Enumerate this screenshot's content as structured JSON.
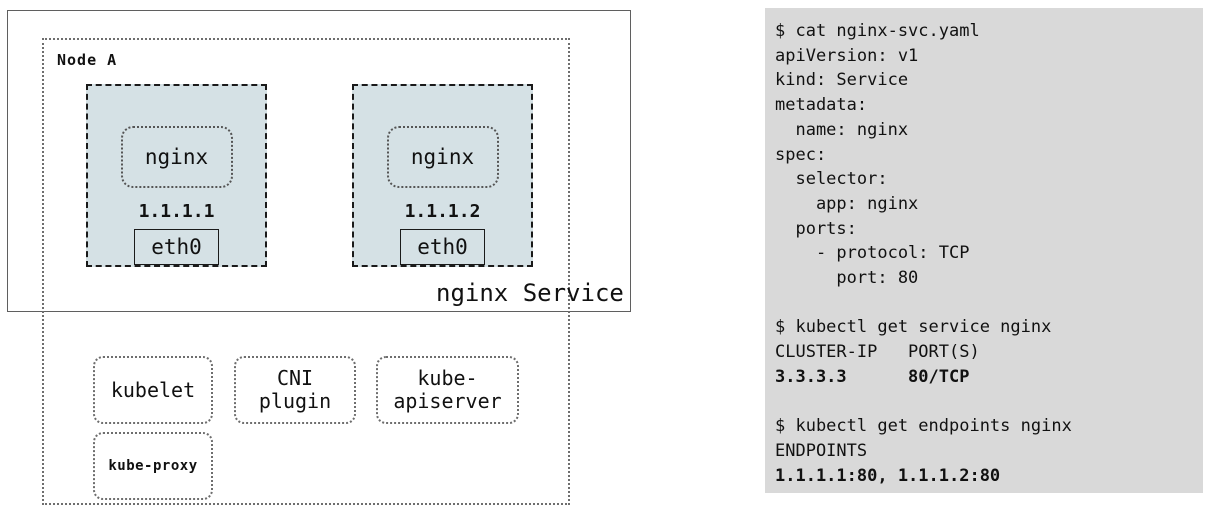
{
  "diagram": {
    "node_label": "Node A",
    "service_label": "nginx Service",
    "pods": [
      {
        "container": "nginx",
        "ip": "1.1.1.1",
        "interface": "eth0"
      },
      {
        "container": "nginx",
        "ip": "1.1.1.2",
        "interface": "eth0"
      }
    ],
    "components": [
      {
        "id": "kubelet",
        "lines": [
          "kubelet"
        ],
        "bold": false
      },
      {
        "id": "cni-plugin",
        "lines": [
          "CNI",
          "plugin"
        ],
        "bold": false
      },
      {
        "id": "kube-apiserver",
        "lines": [
          "kube-",
          "apiserver"
        ],
        "bold": false
      },
      {
        "id": "kube-proxy",
        "lines": [
          "kube-proxy"
        ],
        "bold": true
      }
    ],
    "colors": {
      "pod_fill": "#d5e1e5",
      "border": "#1a1a1a"
    }
  },
  "terminal": {
    "bg_color": "#d9d9d9",
    "lines": [
      {
        "text": "$ cat nginx-svc.yaml",
        "bold": false
      },
      {
        "text": "apiVersion: v1",
        "bold": false
      },
      {
        "text": "kind: Service",
        "bold": false
      },
      {
        "text": "metadata:",
        "bold": false
      },
      {
        "text": "  name: nginx",
        "bold": false
      },
      {
        "text": "spec:",
        "bold": false
      },
      {
        "text": "  selector:",
        "bold": false
      },
      {
        "text": "    app: nginx",
        "bold": false
      },
      {
        "text": "  ports:",
        "bold": false
      },
      {
        "text": "    - protocol: TCP",
        "bold": false
      },
      {
        "text": "      port: 80",
        "bold": false
      },
      {
        "text": "",
        "bold": false
      },
      {
        "text": "$ kubectl get service nginx",
        "bold": false
      },
      {
        "text": "CLUSTER-IP   PORT(S)",
        "bold": false
      },
      {
        "text": "3.3.3.3      80/TCP",
        "bold": true
      },
      {
        "text": "",
        "bold": false
      },
      {
        "text": "$ kubectl get endpoints nginx",
        "bold": false
      },
      {
        "text": "ENDPOINTS",
        "bold": false
      },
      {
        "text": "1.1.1.1:80, 1.1.1.2:80",
        "bold": true
      }
    ]
  }
}
